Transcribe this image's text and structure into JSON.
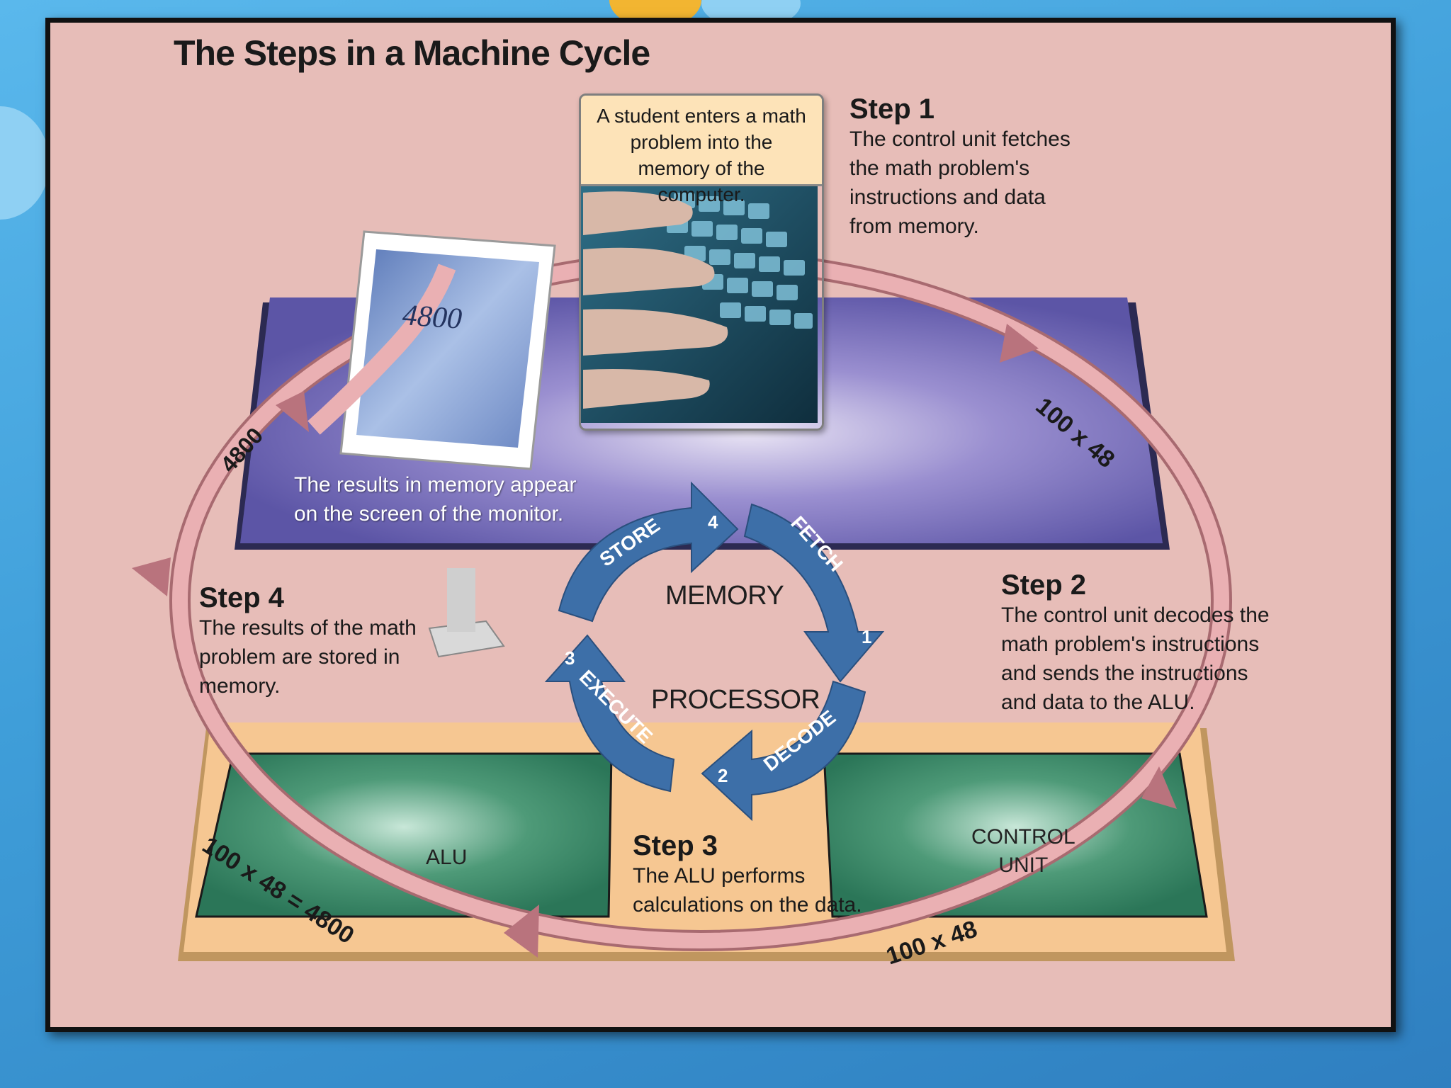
{
  "title": "The Steps in a Machine Cycle",
  "intro_card": {
    "caption": "A student enters a math problem into the memory of the computer."
  },
  "monitor": {
    "screen_value": "4800",
    "caption_line1": "The results in memory appear",
    "caption_line2": "on the screen of the monitor."
  },
  "steps": [
    {
      "heading": "Step 1",
      "lines": [
        "The control unit fetches",
        "the math problem's",
        "instructions and data",
        "from memory."
      ]
    },
    {
      "heading": "Step 2",
      "lines": [
        "The control unit decodes the",
        "math problem's instructions",
        "and sends the instructions",
        "and data to the ALU."
      ]
    },
    {
      "heading": "Step 3",
      "lines": [
        "The ALU performs",
        "calculations on the data."
      ]
    },
    {
      "heading": "Step 4",
      "lines": [
        "The results of the math",
        "problem are stored in",
        "memory."
      ]
    }
  ],
  "cycle": {
    "center_top": "MEMORY",
    "center_bottom": "PROCESSOR",
    "arrows": [
      {
        "label": "FETCH",
        "number": "1"
      },
      {
        "label": "DECODE",
        "number": "2"
      },
      {
        "label": "EXECUTE",
        "number": "3"
      },
      {
        "label": "STORE",
        "number": "4"
      }
    ]
  },
  "loop_labels": {
    "top_right": "100 x 48",
    "bottom_right": "100 x 48",
    "bottom_left": "100 x 48 = 4800",
    "left": "4800"
  },
  "components": {
    "alu": "ALU",
    "control_unit_line1": "CONTROL",
    "control_unit_line2": "UNIT"
  },
  "colors": {
    "frame_bg": "#e7bdb8",
    "memory_platform": "#6a62b0",
    "processor_platform": "#f4c28c",
    "chip_green": "#2d7d5e",
    "cycle_arrow": "#3d6fa8",
    "loop": "#e3a2a6"
  }
}
